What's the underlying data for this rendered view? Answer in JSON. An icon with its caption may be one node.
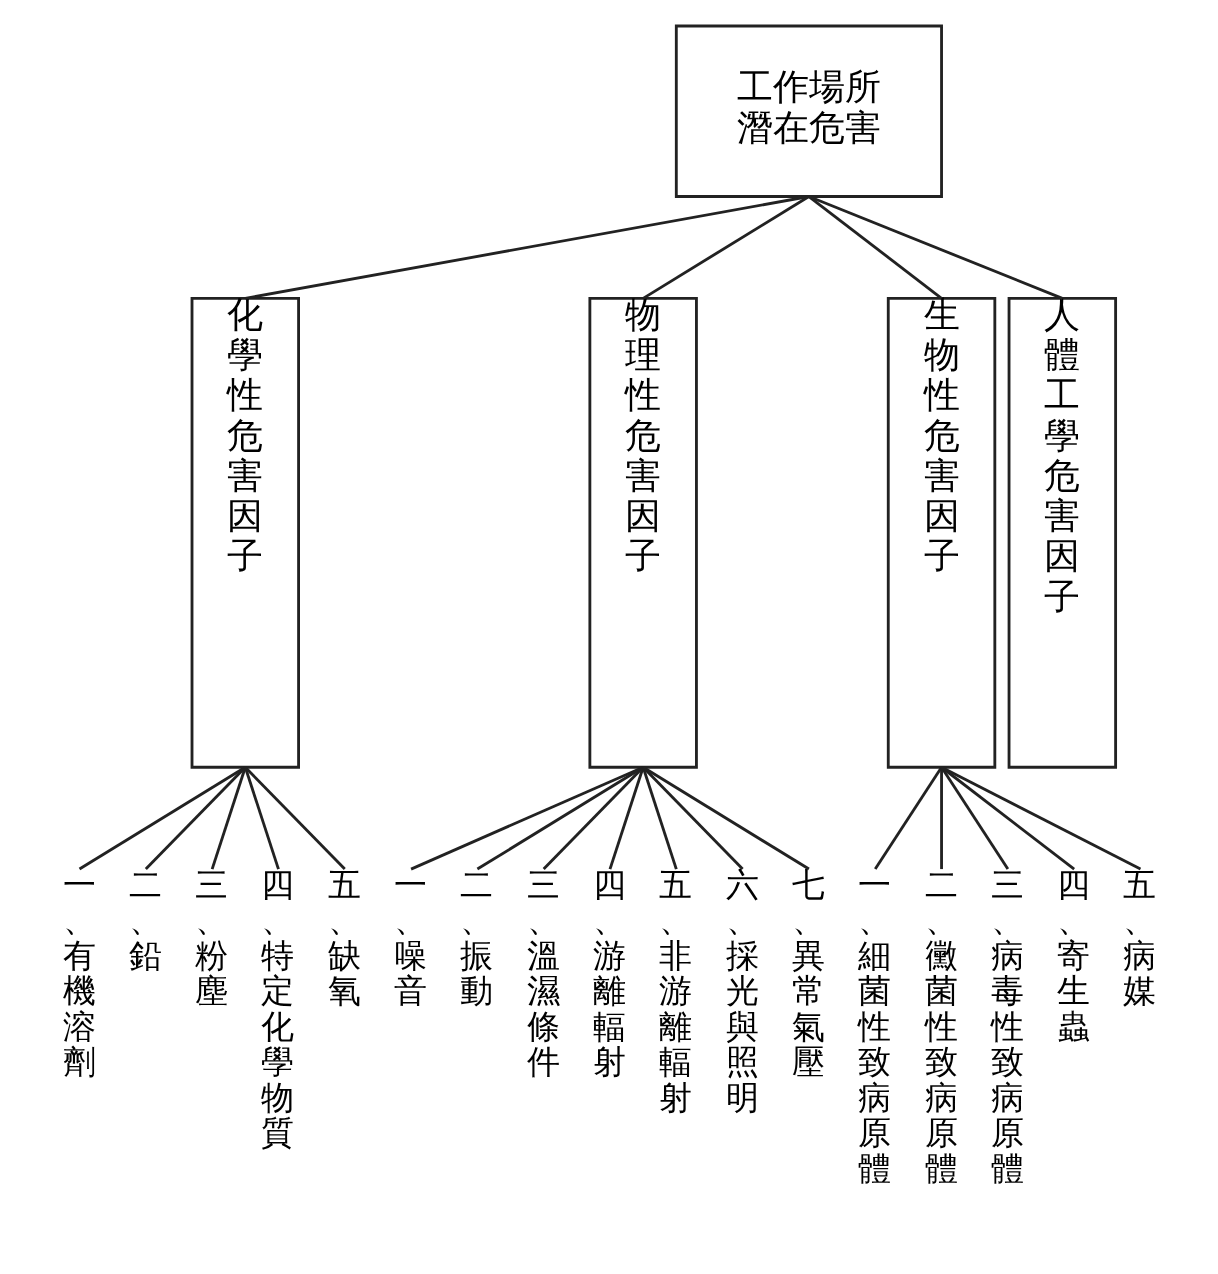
{
  "diagram": {
    "nodes": [
      {
        "text": [
          "工作場所潛在危害"
        ]
      },
      {
        "text": [
          "化學性危害因子"
        ]
      },
      {
        "text": [
          "物理性危害因子"
        ]
      },
      {
        "text": [
          "生物性危害因子"
        ]
      },
      {
        "text": [
          "人體工學危害因子"
        ]
      },
      {
        "text": [
          "一、有機溶劑"
        ]
      },
      {
        "text": [
          "二、鉛"
        ]
      },
      {
        "text": [
          "三、粉塵"
        ]
      },
      {
        "text": [
          "四、特定化學物質"
        ]
      },
      {
        "text": [
          "五、缺氧"
        ]
      },
      {
        "text": [
          "一、噪音"
        ]
      },
      {
        "text": [
          "二、振動"
        ]
      },
      {
        "text": [
          "三、溫濕條件"
        ]
      },
      {
        "text": [
          "四、游離輻射"
        ]
      },
      {
        "text": [
          "五、非游離輻射"
        ]
      },
      {
        "text": [
          "六、採光與照明"
        ]
      },
      {
        "text": [
          "七、異常氣壓"
        ]
      },
      {
        "text": [
          "一、細菌性致病原體"
        ]
      },
      {
        "text": [
          "二、黴菌性致病原體"
        ]
      },
      {
        "text": [
          "三、病毒性致病原體"
        ]
      },
      {
        "text": [
          "四、寄生蟲"
        ]
      },
      {
        "text": [
          "五、病媒"
        ]
      }
    ],
    "edges": [
      {
        "from": 0,
        "to": 1,
        "arrow": "none"
      },
      {
        "from": 0,
        "to": 2,
        "arrow": "none"
      },
      {
        "from": 0,
        "to": 3,
        "arrow": "none"
      },
      {
        "from": 0,
        "to": 4,
        "arrow": "none"
      },
      {
        "from": 1,
        "to": 5,
        "arrow": "none"
      },
      {
        "from": 1,
        "to": 6,
        "arrow": "none"
      },
      {
        "from": 1,
        "to": 7,
        "arrow": "none"
      },
      {
        "from": 1,
        "to": 8,
        "arrow": "none"
      },
      {
        "from": 1,
        "to": 9,
        "arrow": "none"
      },
      {
        "from": 2,
        "to": 10,
        "arrow": "none"
      },
      {
        "from": 2,
        "to": 11,
        "arrow": "none"
      },
      {
        "from": 2,
        "to": 12,
        "arrow": "none"
      },
      {
        "from": 2,
        "to": 13,
        "arrow": "none"
      },
      {
        "from": 2,
        "to": 14,
        "arrow": "none"
      },
      {
        "from": 2,
        "to": 15,
        "arrow": "none"
      },
      {
        "from": 2,
        "to": 16,
        "arrow": "none"
      },
      {
        "from": 3,
        "to": 17,
        "arrow": "none"
      },
      {
        "from": 3,
        "to": 18,
        "arrow": "none"
      },
      {
        "from": 3,
        "to": 19,
        "arrow": "none"
      },
      {
        "from": 3,
        "to": 20,
        "arrow": "none"
      },
      {
        "from": 3,
        "to": 21,
        "arrow": "none"
      }
    ]
  }
}
